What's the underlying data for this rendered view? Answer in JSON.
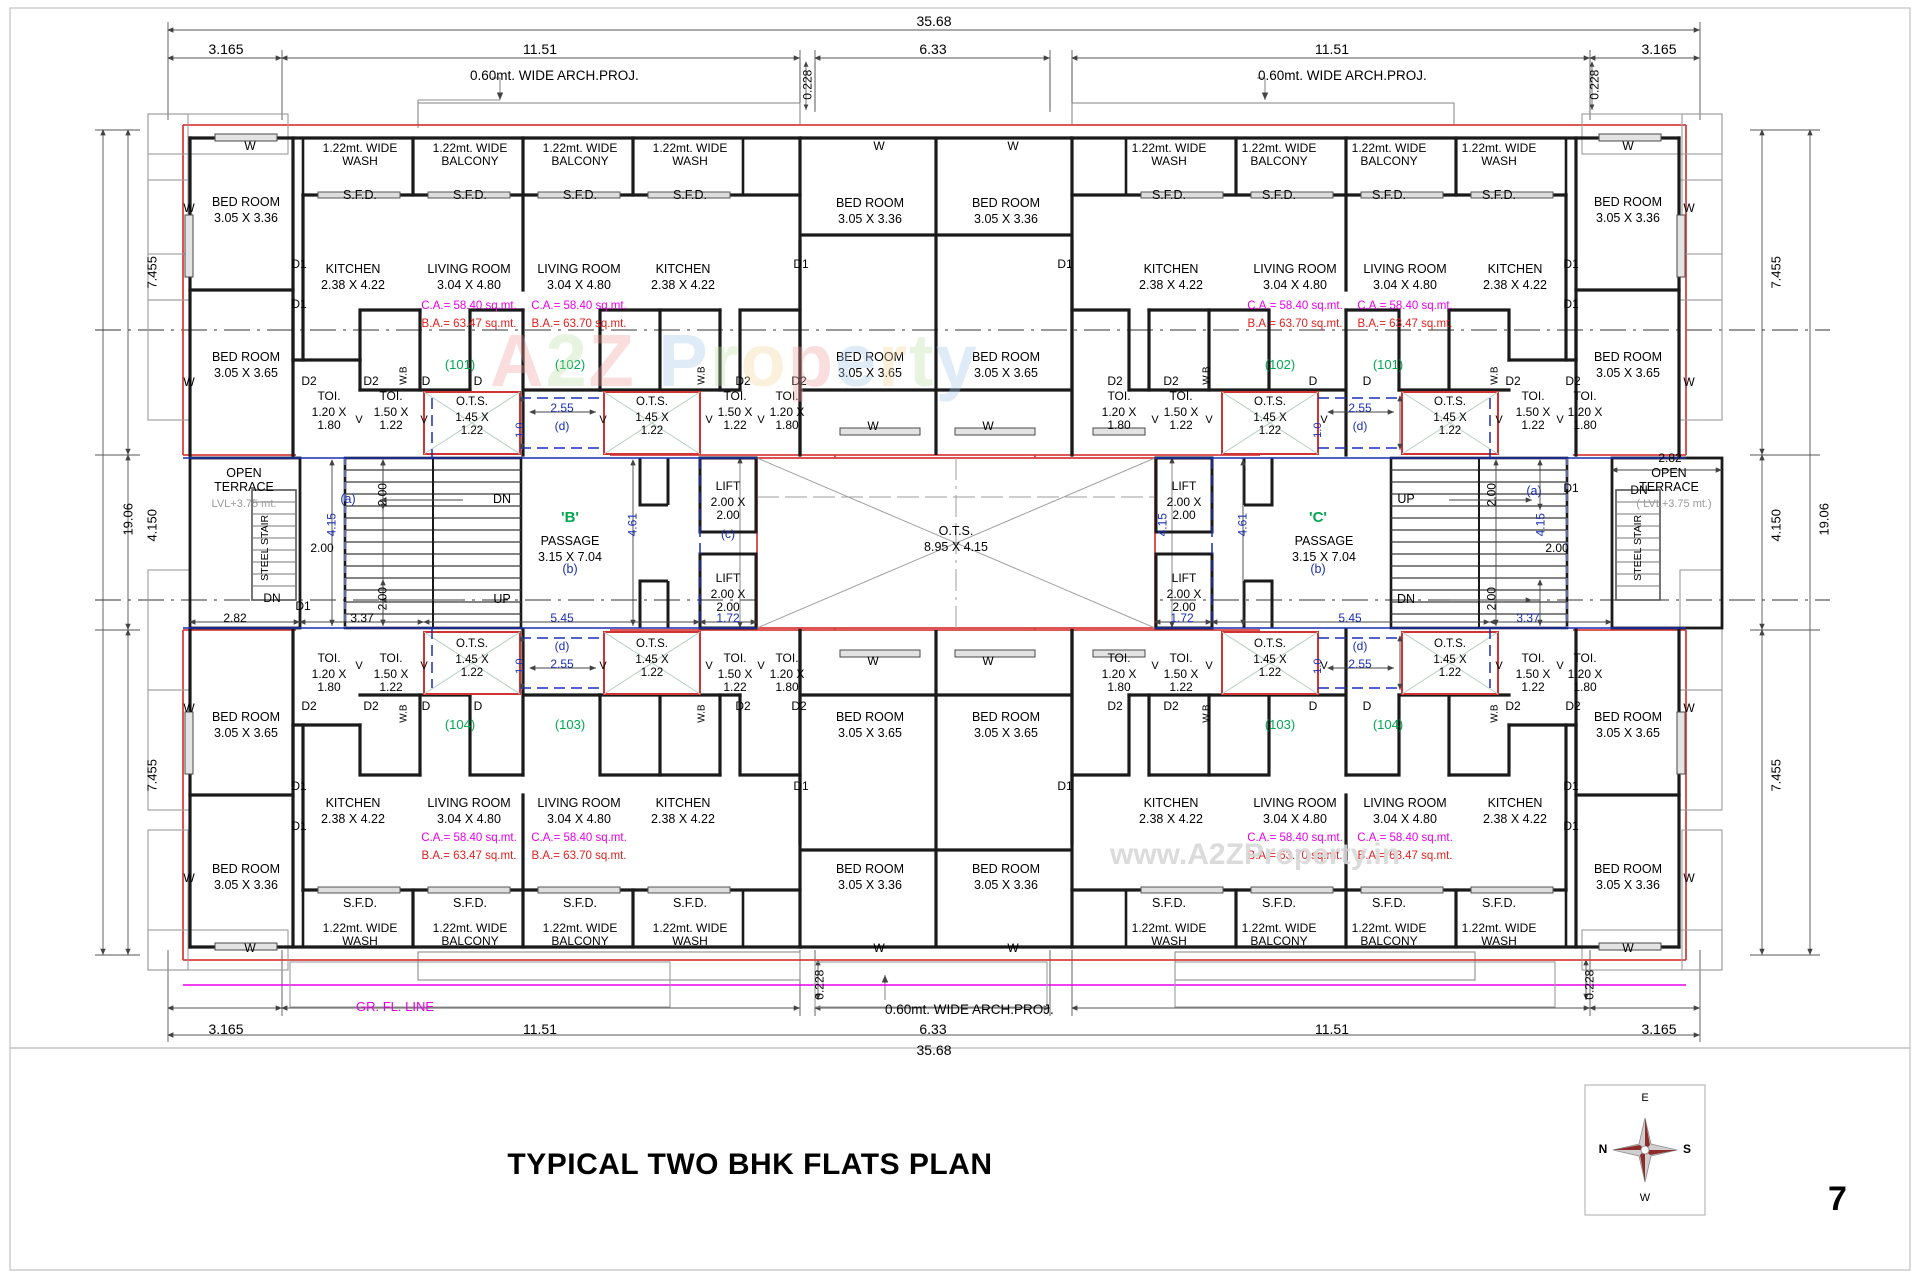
{
  "drawing": {
    "title": "TYPICAL TWO BHK FLATS PLAN",
    "page_number": "7",
    "watermark_primary": "A2Z Property",
    "watermark_secondary": "www.A2ZProperty.in"
  },
  "overall_dimensions": {
    "total_width_top": "35.68",
    "total_width_bottom": "35.68",
    "total_height_left": "19.06",
    "segments_top": [
      "3.165",
      "11.51",
      "6.33",
      "11.51",
      "3.165"
    ],
    "segments_bottom": [
      "3.165",
      "11.51",
      "6.33",
      "11.51",
      "3.165"
    ],
    "small_top": [
      "0.228",
      "0.228"
    ],
    "small_bottom": [
      "0.228",
      "0.228"
    ],
    "left_vertical": [
      "7.455",
      "4.150",
      "7.455"
    ],
    "right_vertical": [
      "7.455",
      "4.150",
      "7.455"
    ],
    "left_overall": "19.06",
    "right_overall": "19.06"
  },
  "notes": {
    "arch_proj_top_left": "0.60mt. WIDE ARCH.PROJ.",
    "arch_proj_top_right": "0.60mt. WIDE ARCH.PROJ.",
    "arch_proj_bottom": "0.60mt. WIDE ARCH.PROJ.",
    "ground_floor_line": "GR. FL. LINE"
  },
  "rooms": {
    "bed_room_small": {
      "name": "BED ROOM",
      "size": "3.05 X 3.36"
    },
    "bed_room_large": {
      "name": "BED ROOM",
      "size": "3.05 X 3.65"
    },
    "kitchen": {
      "name": "KITCHEN",
      "size": "2.38 X 4.22"
    },
    "living_room": {
      "name": "LIVING ROOM",
      "size": "3.04 X 4.80"
    },
    "wash": "1.22mt. WIDE\nWASH",
    "balcony": "1.22mt. WIDE\nBALCONY",
    "sfd": "S.F.D.",
    "toilet_small": {
      "name": "TOI.",
      "size": "1.20 X\n1.80"
    },
    "toilet_large": {
      "name": "TOI.",
      "size": "1.50 X\n1.22"
    },
    "ots_small": {
      "name": "O.T.S.",
      "size": "1.45 X\n1.22"
    },
    "ots_central": {
      "name": "O.T.S.",
      "size": "8.95 X 4.15"
    },
    "lift": {
      "name": "LIFT",
      "size": "2.00 X\n2.00"
    },
    "passage": {
      "name": "PASSAGE",
      "size": "3.15 X 7.04"
    },
    "open_terrace": {
      "name": "OPEN\nTERRACE",
      "level": "LVL+3.75 mt."
    },
    "open_terrace_right": {
      "name": "OPEN\nTERRACE",
      "level": "( LVL+3.75 mt.)"
    },
    "steel_stair": "STEEL STAIR"
  },
  "areas": {
    "ca_label_1": "C.A.= 58.40 sq.mt.",
    "ba_label_1": "B.A.= 63.47 sq.mt.",
    "ca_label_2": "C.A.= 58.40 sq.mt.",
    "ba_label_2": "B.A.= 63.70 sq.mt."
  },
  "flat_numbers": {
    "top_left_a": "(101)",
    "top_left_b": "(102)",
    "top_right_a": "(102)",
    "top_right_b": "(101)",
    "bottom_left_a": "(104)",
    "bottom_left_b": "(103)",
    "bottom_right_a": "(103)",
    "bottom_right_b": "(104)"
  },
  "cores": {
    "core_left": "'B'",
    "core_right": "'C'"
  },
  "stair_labels": {
    "dn_left": "DN",
    "up_left": "UP",
    "dn_right": "DN",
    "up_right": "UP",
    "dn_terrace_left": "DN",
    "dn_terrace_right": "DN"
  },
  "door_tags": {
    "d": "D",
    "d1": "D1",
    "d2": "D2",
    "w": "W",
    "v": "V",
    "wb": "W.B"
  },
  "interior_dims": {
    "a": "(a)",
    "b": "(b)",
    "c": "(c)",
    "d": "(d)",
    "v415": "4.15",
    "v200": "2.00",
    "v461": "4.61",
    "v282": "2.82",
    "v337": "3.37",
    "v545": "5.45",
    "v172": "1.72",
    "v255": "2.55",
    "v10": "1.0"
  },
  "compass": {
    "north": "N",
    "east": "E",
    "south": "S",
    "west": "W"
  },
  "colors": {
    "wall_black": "#1a1a1a",
    "outline_red": "#d94040",
    "magenta": "#e800e8",
    "area_red": "#e02020",
    "flat_green": "#00a84f",
    "dim_blue": "#1a2fb5",
    "light_grey": "#aaaaaa"
  }
}
